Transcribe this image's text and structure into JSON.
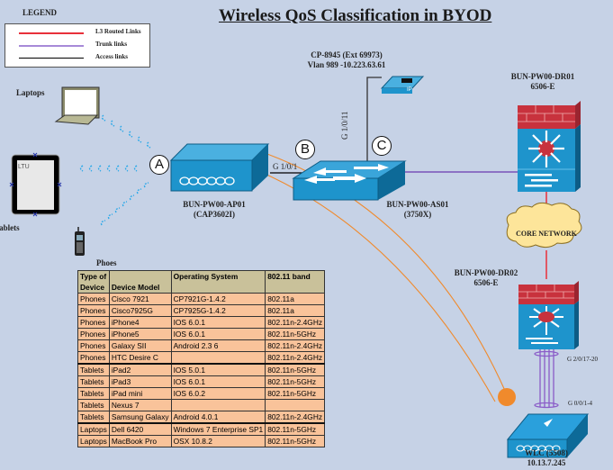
{
  "title": "Wireless QoS Classification in BYOD",
  "legend": {
    "title": "LEGEND",
    "items": [
      {
        "label": "L3 Routed Links",
        "color": "#e8303a"
      },
      {
        "label": "Trunk links",
        "color": "#a78ad8"
      },
      {
        "label": "Access links",
        "color": "#000000"
      }
    ]
  },
  "clients": {
    "laptops": "Laptops",
    "tablets": "Tablets",
    "phones": "Phoes",
    "tablet_screen_text": "LTU"
  },
  "callouts": {
    "a": "A",
    "b": "B",
    "c": "C"
  },
  "devices": {
    "ap": {
      "name": "BUN-PW00-AP01",
      "model": "(CAP3602I)"
    },
    "access_switch": {
      "name": "BUN-PW00-AS01",
      "model": "(3750X)"
    },
    "dr01": {
      "name": "BUN-PW00-DR01",
      "model": "6506-E"
    },
    "dr02": {
      "name": "BUN-PW00-DR02",
      "model": "6506-E"
    },
    "wlc": {
      "name": "WLC (5508)",
      "ip": "10.13.7.245"
    },
    "ip_phone": {
      "name": "CP-8945 (Ext 69973)",
      "vlan": "Vlan 989 -10.223.63.61",
      "screen_text": "IP"
    },
    "core": {
      "name": "CORE NETWORK"
    }
  },
  "ports": {
    "ap_uplink": "G 1/0/1",
    "phone_port": "G 1/0/11",
    "dr02_etherchannel": "G 2/0/17-20",
    "wlc_etherchannel": "G 0/0/1-4"
  },
  "colors": {
    "background": "#c6d2e6",
    "device_blue": "#1e94cc",
    "firewall_red": "#c8323d",
    "tunnel_orange": "#f08a2c",
    "trunk_purple": "#6a3ab0",
    "table_row": "#f9c39a",
    "table_header": "#c9c19a"
  },
  "table": {
    "headers": [
      "Type of Device",
      "Device Model",
      "Operating System",
      "802.11 band"
    ],
    "header_lines": [
      [
        "Type of",
        "Device"
      ],
      [
        "",
        "Device Model"
      ],
      [
        "Operating System",
        ""
      ],
      [
        "802.11 band",
        ""
      ]
    ],
    "rows": [
      [
        "Phones",
        "Cisco 7921",
        "CP7921G-1.4.2",
        "802.11a"
      ],
      [
        "Phones",
        "Cisco7925G",
        "CP7925G-1.4.2",
        "802.11a"
      ],
      [
        "Phones",
        "iPhone4",
        "IOS 6.0.1",
        "802.11n-2.4GHz"
      ],
      [
        "Phones",
        "iPhone5",
        "IOS 6.0.1",
        "802.11n-5GHz"
      ],
      [
        "Phones",
        "Galaxy SII",
        "Android 2.3 6",
        "802.11n-2.4GHz"
      ],
      [
        "Phones",
        "HTC Desire C",
        "",
        "802.11n-2.4GHz"
      ],
      [
        "Tablets",
        "iPad2",
        "IOS 5.0.1",
        "802.11n-5GHz"
      ],
      [
        "Tablets",
        "iPad3",
        "IOS 6.0.1",
        "802.11n-5GHz"
      ],
      [
        "Tablets",
        "iPad mini",
        "IOS 6.0.2",
        "802.11n-5GHz"
      ],
      [
        "Tablets",
        "Nexus 7",
        "",
        ""
      ],
      [
        "Tablets",
        "Samsung Galaxy",
        "Android 4.0.1",
        "802.11n-2.4GHz"
      ],
      [
        "Laptops",
        "Dell 6420",
        "Windows 7 Enterprise SP1",
        "802.11n-5GHz"
      ],
      [
        "Laptops",
        "MacBook Pro",
        "OSX 10.8.2",
        "802.11n-5GHz"
      ]
    ]
  }
}
